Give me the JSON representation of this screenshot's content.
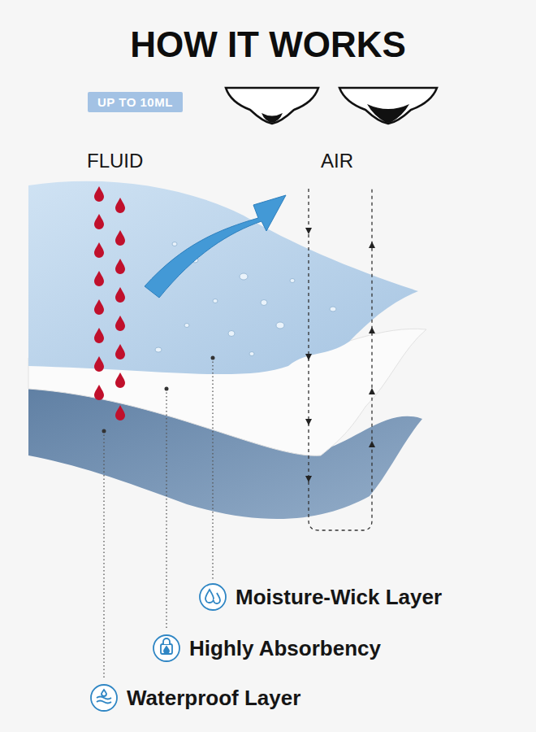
{
  "diagram": {
    "title": "HOW IT WORKS",
    "nodes": [
      {
        "text": [
          "UP TO 10ML"
        ]
      }
    ],
    "labels": [
      "FLUID",
      "AIR",
      "Moisture-Wick Layer",
      "Highly Absorbency",
      "Waterproof Layer"
    ]
  }
}
